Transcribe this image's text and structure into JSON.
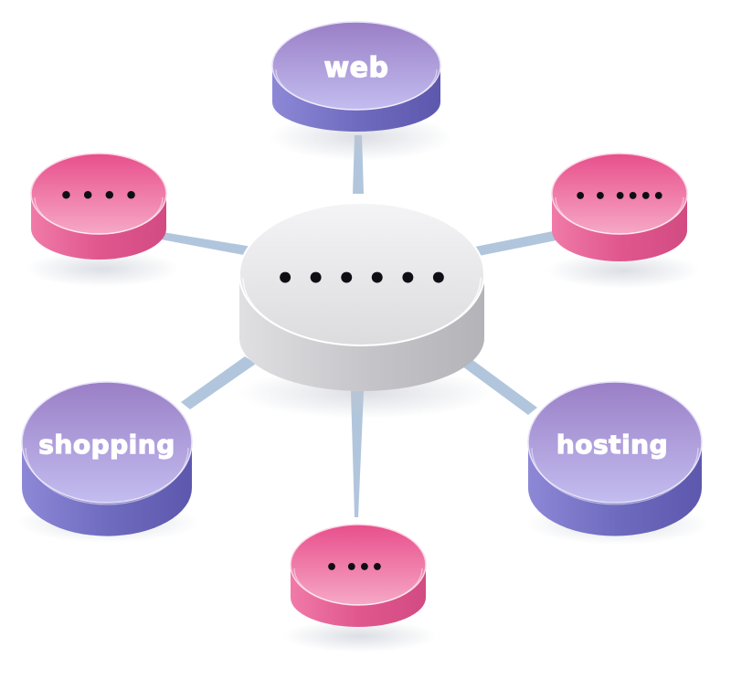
{
  "center": {
    "label": "• • • • • •"
  },
  "nodes": {
    "web": {
      "label": "web"
    },
    "top_left": {
      "label": "• • • •"
    },
    "top_right": {
      "label": "• •  ••••"
    },
    "shopping": {
      "label": "shopping"
    },
    "hosting": {
      "label": "hosting"
    },
    "bottom": {
      "label": "•  •••"
    }
  },
  "colors": {
    "purple_top": "#9e84c8",
    "purple_bottom": "#b8b4e8",
    "purple_side": "#6f6bbf",
    "pink_top": "#ec5f95",
    "pink_bottom": "#f4a0c0",
    "pink_side": "#e0578e",
    "center_top": "#e8e8ea",
    "center_side": "#c9c9cc",
    "connector": "#a9c0d9"
  }
}
